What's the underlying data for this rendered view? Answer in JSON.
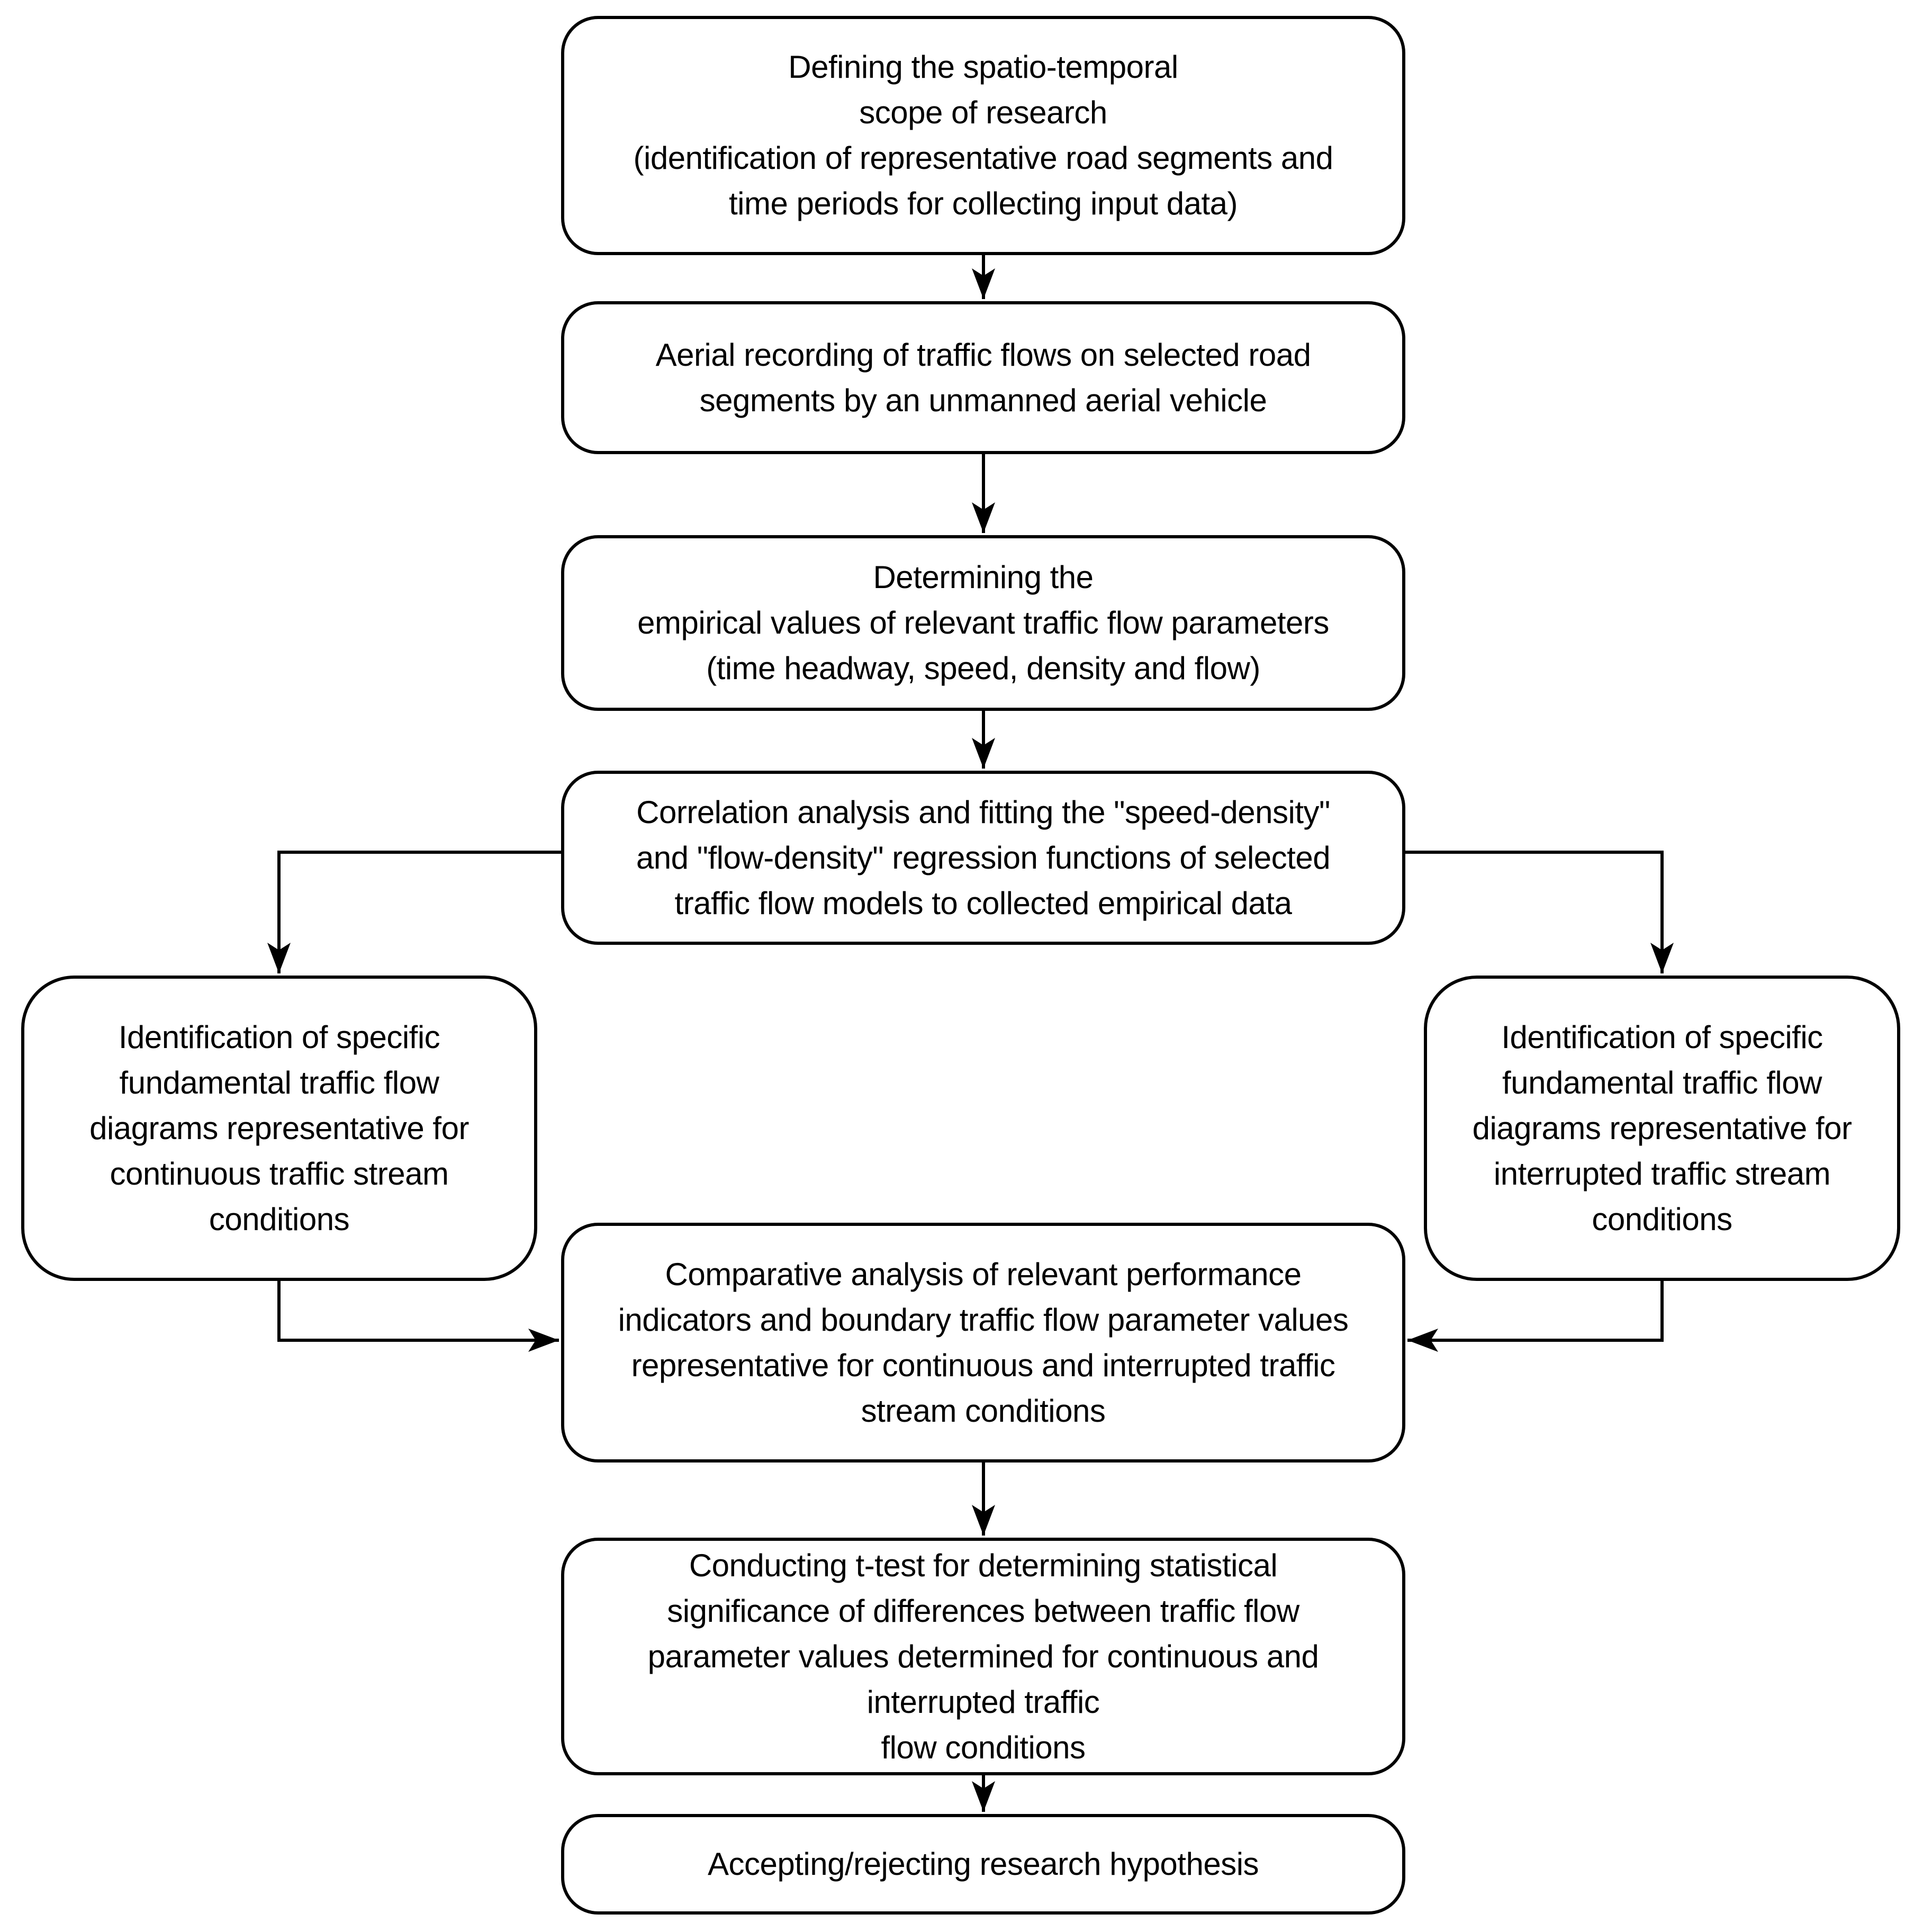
{
  "flowchart": {
    "colors": {
      "stroke": "#000000",
      "fill": "#ffffff",
      "text": "#000000"
    },
    "nodes": {
      "scope": {
        "label": "Defining the spatio-temporal\nscope of research\n(identification of representative road segments and\ntime periods for collecting input data)"
      },
      "aerial": {
        "label": "Aerial recording of traffic flows on selected road\nsegments by an unmanned aerial vehicle"
      },
      "parameters": {
        "label": "Determining the\nempirical values of relevant traffic flow parameters\n(time headway, speed, density and flow)"
      },
      "correlation": {
        "label": "Correlation analysis and fitting the \"speed-density\"\nand \"flow-density\" regression functions of selected\ntraffic flow models to collected empirical data"
      },
      "continuous": {
        "label": "Identification of specific\nfundamental traffic flow\ndiagrams representative for\ncontinuous traffic stream\nconditions"
      },
      "interrupted": {
        "label": "Identification of specific\nfundamental traffic flow\ndiagrams representative for\ninterrupted traffic stream\nconditions"
      },
      "comparative": {
        "label": "Comparative analysis of relevant performance\nindicators and boundary traffic flow parameter values\nrepresentative for continuous and interrupted traffic\nstream conditions"
      },
      "ttest": {
        "label": "Conducting t-test for determining statistical\nsignificance of differences between traffic flow\nparameter values determined for continuous and\ninterrupted traffic\nflow conditions"
      },
      "hypothesis": {
        "label": "Accepting/rejecting research hypothesis"
      }
    },
    "edges": [
      {
        "from": "scope",
        "to": "aerial"
      },
      {
        "from": "aerial",
        "to": "parameters"
      },
      {
        "from": "parameters",
        "to": "correlation"
      },
      {
        "from": "correlation",
        "to": "continuous"
      },
      {
        "from": "correlation",
        "to": "interrupted"
      },
      {
        "from": "continuous",
        "to": "comparative"
      },
      {
        "from": "interrupted",
        "to": "comparative"
      },
      {
        "from": "comparative",
        "to": "ttest"
      },
      {
        "from": "ttest",
        "to": "hypothesis"
      }
    ]
  }
}
